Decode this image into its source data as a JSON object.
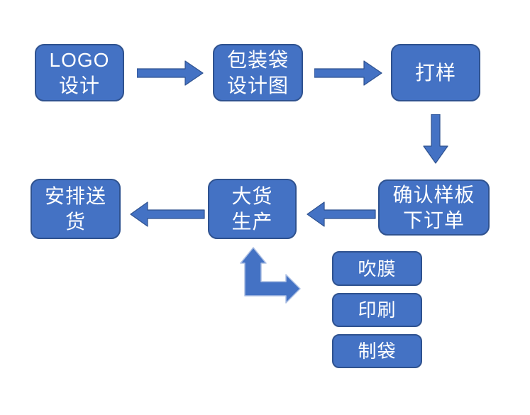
{
  "palette": {
    "page_bg": "#FFFFFF",
    "box_fill": "#4472C4",
    "box_border": "#2F528F",
    "box_text": "#FFFFFF",
    "arrow_fill": "#4472C4",
    "arrow_border": "#2F528F",
    "bent_arrow_border": "#ADC0E4"
  },
  "diagram": {
    "type": "flowchart",
    "nodes": [
      {
        "id": "logo-design",
        "lines": [
          "LOGO",
          "设计"
        ]
      },
      {
        "id": "package-design",
        "lines": [
          "包装袋",
          "设计图"
        ]
      },
      {
        "id": "proofing",
        "lines": [
          "打样"
        ]
      },
      {
        "id": "confirm-order",
        "lines": [
          "确认样板",
          "下订单"
        ]
      },
      {
        "id": "bulk-production",
        "lines": [
          "大货",
          "生产"
        ]
      },
      {
        "id": "delivery",
        "lines": [
          "安排送",
          "货"
        ]
      },
      {
        "id": "blown-film",
        "lines": [
          "吹膜"
        ]
      },
      {
        "id": "printing",
        "lines": [
          "印刷"
        ]
      },
      {
        "id": "bag-making",
        "lines": [
          "制袋"
        ]
      }
    ],
    "edges": [
      {
        "from": "logo-design",
        "to": "package-design",
        "direction": "right"
      },
      {
        "from": "package-design",
        "to": "proofing",
        "direction": "right"
      },
      {
        "from": "proofing",
        "to": "confirm-order",
        "direction": "down"
      },
      {
        "from": "confirm-order",
        "to": "bulk-production",
        "direction": "left"
      },
      {
        "from": "bulk-production",
        "to": "delivery",
        "direction": "left"
      },
      {
        "from": "bulk-production",
        "to": "blown-film,printing,bag-making",
        "direction": "bent-up-right-double"
      }
    ]
  }
}
